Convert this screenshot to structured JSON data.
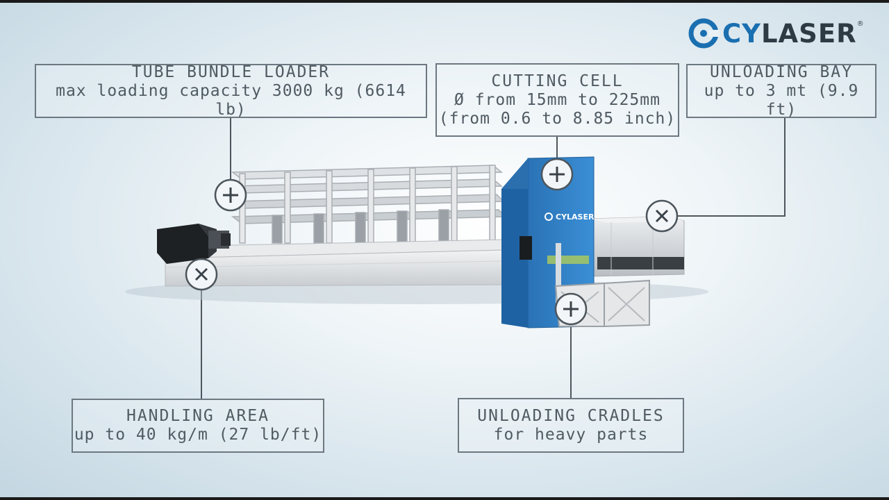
{
  "brand": {
    "name_prefix": "CY",
    "name_rest": "LASER",
    "registered": "®",
    "machine_logo": "CYLASER"
  },
  "labels": {
    "tube_bundle_loader": {
      "title": "TUBE BUNDLE LOADER",
      "line1": "max loading capacity 3000 kg (6614 lb)"
    },
    "cutting_cell": {
      "title": "CUTTING CELL",
      "line1": "Ø from 15mm to 225mm",
      "line2": "(from 0.6 to 8.85 inch)"
    },
    "unloading_bay": {
      "title": "UNLOADING BAY",
      "line1": "up to 3 mt (9.9 ft)"
    },
    "handling_area": {
      "title": "HANDLING AREA",
      "line1": "up to 40 kg/m (27 lb/ft)"
    },
    "unloading_cradles": {
      "title": "UNLOADING CRADLES",
      "line1": "for heavy parts"
    }
  },
  "markers": [
    {
      "name": "tube-bundle-loader-marker",
      "icon": "plus-icon"
    },
    {
      "name": "cutting-cell-marker",
      "icon": "plus-icon"
    },
    {
      "name": "unloading-bay-marker",
      "icon": "close-icon"
    },
    {
      "name": "handling-area-marker",
      "icon": "close-icon"
    },
    {
      "name": "unloading-cradles-marker",
      "icon": "plus-icon"
    }
  ],
  "colors": {
    "brand_blue": "#1a6fb0",
    "machine_blue": "#2d7fc4",
    "label_border": "#6c7780",
    "label_text": "#4f5a62"
  }
}
